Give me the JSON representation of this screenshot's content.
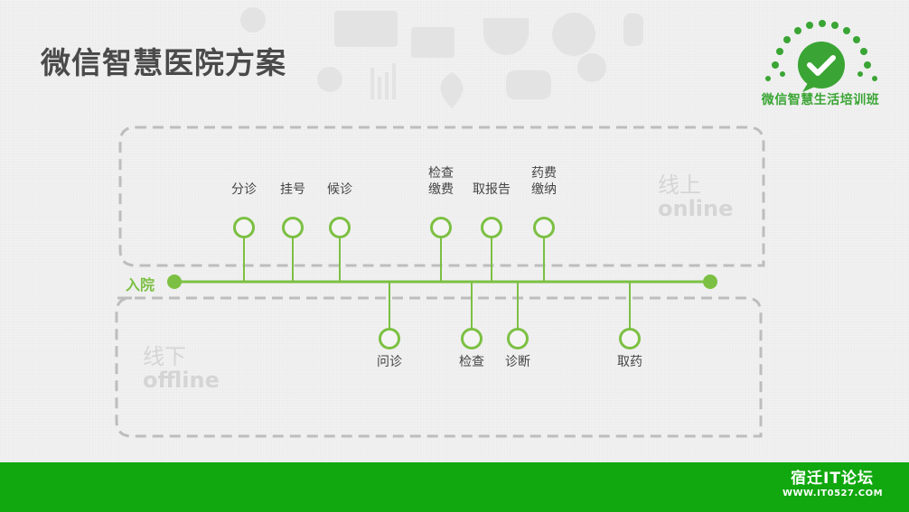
{
  "title": "微信智慧医院方案",
  "logo": {
    "text": "微信智慧生活培训班",
    "icon": "wechat-check-icon"
  },
  "zones": {
    "online_cn": "线上",
    "online_en": "online",
    "offline_cn": "线下",
    "offline_en": "offline"
  },
  "start_label": "入院",
  "online_steps": [
    {
      "label": "分诊"
    },
    {
      "label": "挂号"
    },
    {
      "label": "候诊"
    },
    {
      "label": "检查\n缴费"
    },
    {
      "label": "取报告"
    },
    {
      "label": "药费\n缴纳"
    }
  ],
  "offline_steps": [
    {
      "label": "问诊"
    },
    {
      "label": "检查"
    },
    {
      "label": "诊断"
    },
    {
      "label": "取药"
    }
  ],
  "footer": {
    "name": "宿迁IT论坛",
    "url": "WWW.IT0527.COM"
  },
  "colors": {
    "accent": "#7cc043",
    "footer": "#10a80e",
    "dashed": "#bdbdbd",
    "zone_text": "#d5d5d5"
  }
}
